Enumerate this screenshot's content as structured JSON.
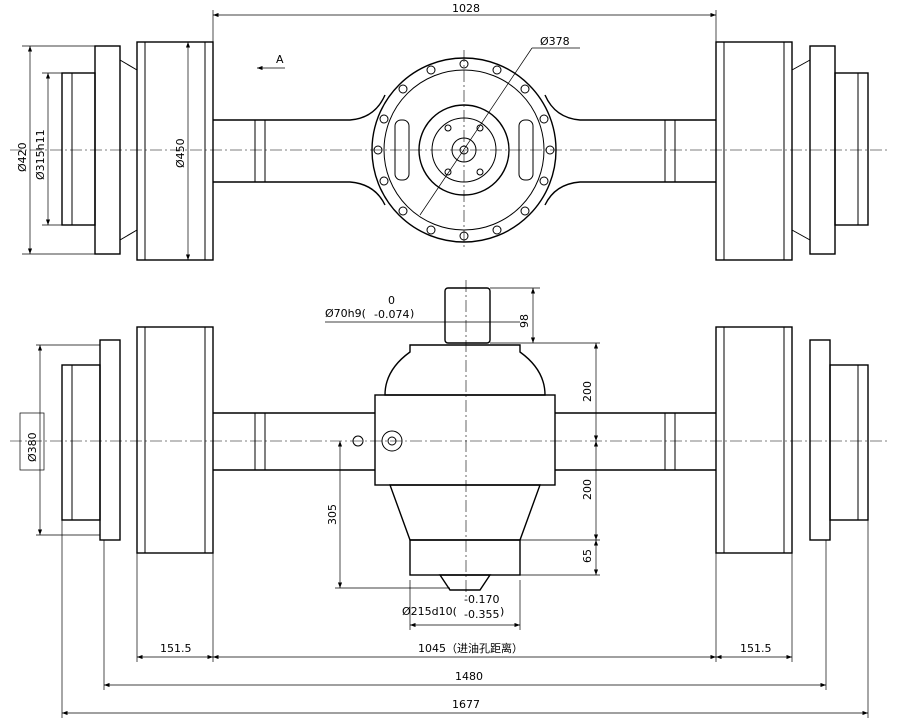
{
  "top_view": {
    "dim_width": "1028",
    "dim_housing": "Ø378",
    "view_label": "A",
    "dim_d420": "Ø420",
    "dim_d315": "Ø315h11",
    "dim_d450": "Ø450"
  },
  "front_view": {
    "dim_shaft": "Ø70h9(",
    "dim_shaft_upper": "0",
    "dim_shaft_lower": "-0.074",
    "dim_shaft_close": ")",
    "dim_98": "98",
    "dim_200a": "200",
    "dim_200b": "200",
    "dim_65": "65",
    "dim_305": "305",
    "dim_d380": "Ø380",
    "dim_flange": "Ø215d10(",
    "dim_flange_upper": "-0.170",
    "dim_flange_lower": "-0.355",
    "dim_flange_close": ")",
    "dim_151_left": "151.5",
    "dim_151_right": "151.5",
    "dim_1045": "1045（进油孔距离）",
    "dim_1480": "1480",
    "dim_1677": "1677"
  }
}
